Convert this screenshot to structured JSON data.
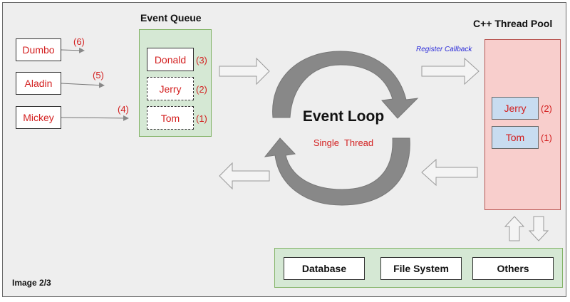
{
  "colors": {
    "frame_bg": "#eeeeee",
    "green_panel": "#d5e8d4",
    "green_border": "#82b366",
    "pool_bg": "#f8cecc",
    "pool_border": "#b85450",
    "red_text": "#d31f1f",
    "blue_callback": "#2b2bd9",
    "item_blue": "#c8dcf0"
  },
  "clients": [
    {
      "name": "Dumbo",
      "order": "(6)"
    },
    {
      "name": "Aladin",
      "order": "(5)"
    },
    {
      "name": "Mickey",
      "order": "(4)"
    }
  ],
  "event_queue": {
    "title": "Event Queue",
    "items": [
      {
        "name": "Donald",
        "order": "(3)"
      },
      {
        "name": "Jerry",
        "order": "(2)"
      },
      {
        "name": "Tom",
        "order": "(1)"
      }
    ]
  },
  "event_loop": {
    "title": "Event Loop",
    "subtitle": "Single  Thread"
  },
  "register_callback": "Register Callback",
  "thread_pool": {
    "title": "C++ Thread Pool",
    "items": [
      {
        "name": "Jerry",
        "order": "(2)"
      },
      {
        "name": "Tom",
        "order": "(1)"
      }
    ]
  },
  "resources": [
    "Database",
    "File System",
    "Others"
  ],
  "caption": "Image 2/3"
}
